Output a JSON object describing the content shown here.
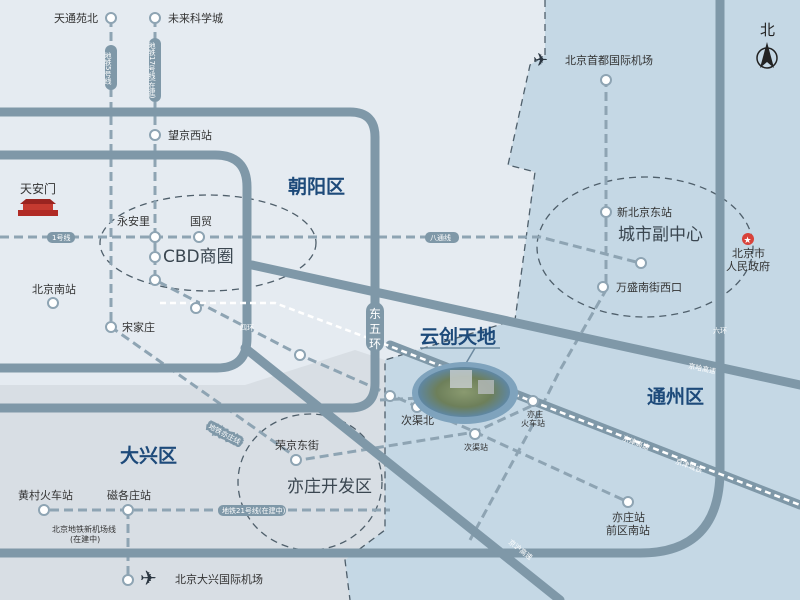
{
  "title": "云创天地",
  "compass": {
    "label": "北"
  },
  "districts": {
    "chaoyang": "朝阳区",
    "daxing": "大兴区",
    "tongzhou": "通州区"
  },
  "zones": {
    "cbd": "CBD商圈",
    "yizhuang": "亦庄开发区",
    "subcenter": "城市副中心"
  },
  "landmarks": {
    "tiananmen": "天安门",
    "gov": "北京市",
    "gov2": "人民政府"
  },
  "airports": {
    "capital": "北京首都国际机场",
    "daxing": "北京大兴国际机场"
  },
  "stations": {
    "tiantongyuan": "天通苑北",
    "weilai": "未来科学城",
    "wangjingxi": "望京西站",
    "yonganli": "永安里",
    "guomao": "国贸",
    "beijingnan": "北京南站",
    "songjiazhuang": "宋家庄",
    "rongjing": "荣京东街",
    "huangcun": "黄村火车站",
    "cigezhuang": "磁各庄站",
    "ciqubei": "次渠北",
    "ciqu": "次渠站",
    "yizhuanghc1": "亦庄",
    "yizhuanghc2": "火车站",
    "yizhuangqian1": "亦庄站",
    "yizhuangqian2": "前区南站",
    "xinbeijingdong": "新北京东站",
    "wansheng": "万盛南街西口"
  },
  "lines": {
    "l5": "地铁5号线",
    "l17": "地铁17号线(在建)",
    "l1": "1号线",
    "batong": "八通线",
    "yizhuang": "地铁亦庄线",
    "l21": "地铁21号线(在建中)",
    "newairport1": "北京地铁新机场线",
    "newairport2": "(在建中)"
  },
  "roads": {
    "e5": [
      "东",
      "五",
      "环"
    ],
    "r4": "四环",
    "r6": "六环",
    "jingha": "京哈高速",
    "jingjin": "京津高速",
    "jingjinrail": "京津城铁",
    "jinghu": "京沪高速"
  },
  "colors": {
    "district": "#1d4a7a",
    "road": "#7f98a8",
    "tongzhou_bg": "#c5d8e5"
  }
}
